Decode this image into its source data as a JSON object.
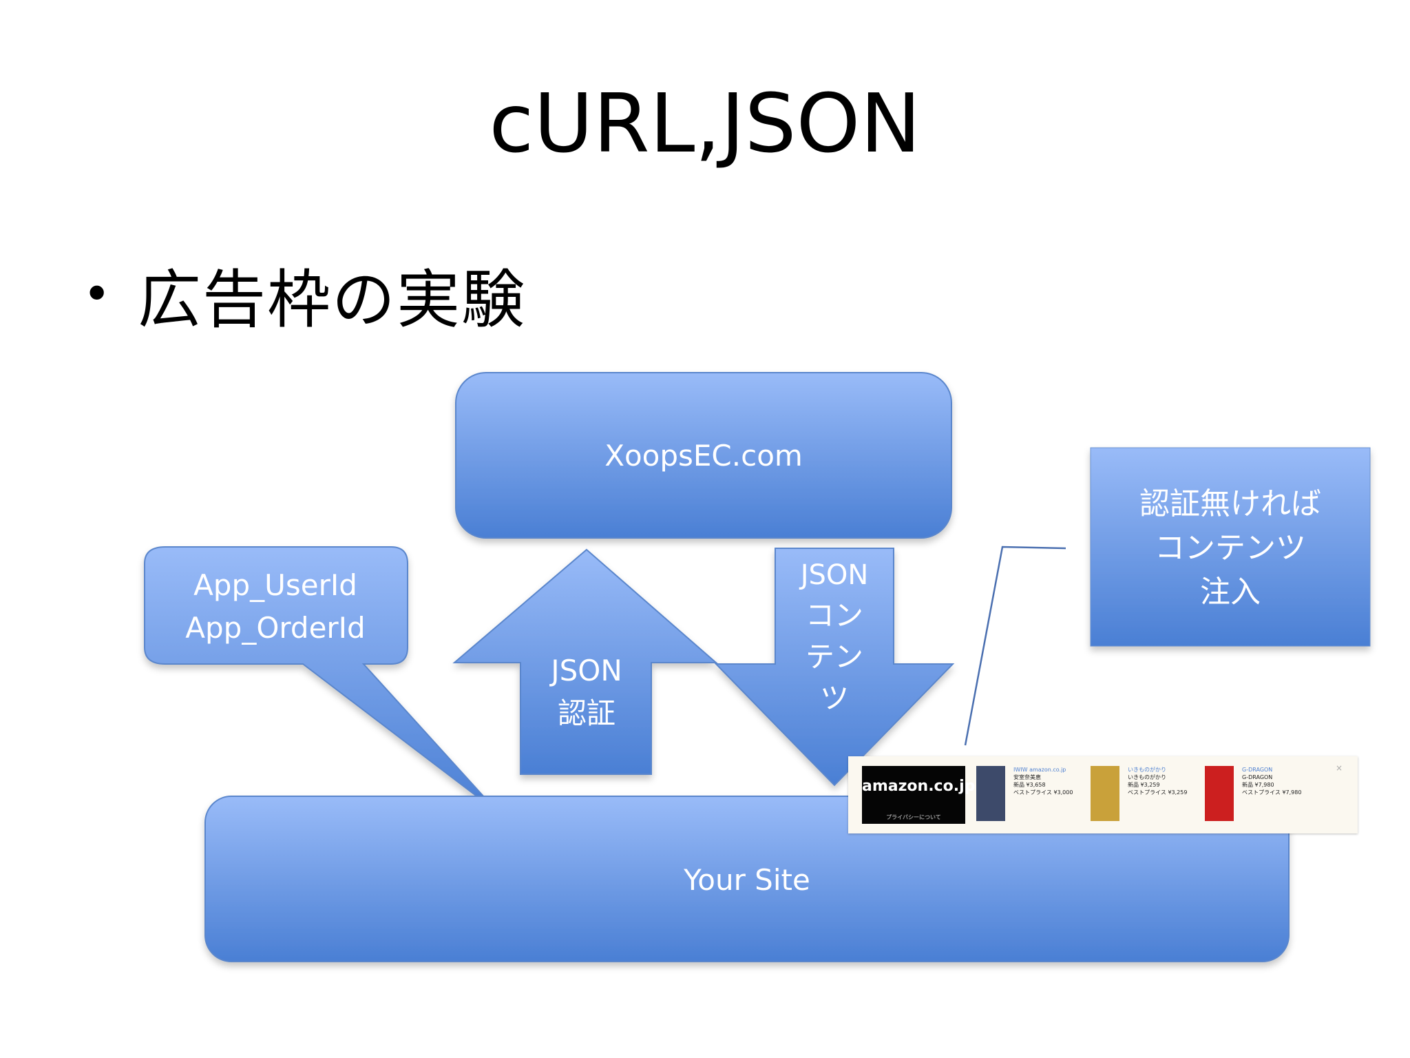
{
  "title": "cURL,JSON",
  "bullet": {
    "dot": "•",
    "text": "広告枠の実験"
  },
  "colors": {
    "shape_light": "#99bbf8",
    "shape_dark": "#4a7fd4",
    "shape_border": "#5a86cc",
    "text_on_shape": "#ffffff",
    "callout_line": "#4a6fb0"
  },
  "diagram": {
    "server_box": {
      "label": "XoopsEC.com"
    },
    "params_callout": {
      "line1": "App_UserId",
      "line2": "App_OrderId"
    },
    "up_arrow": {
      "line1": "JSON",
      "line2": "認証"
    },
    "down_arrow": {
      "line1": "JSON",
      "line2": "コ",
      "line3": "ン",
      "line4": "テ",
      "line5": "ン",
      "line6": "ツ"
    },
    "site_box": {
      "label": "Your Site"
    },
    "note_box": {
      "line1": "認証無ければ",
      "line2": "コンテンツ",
      "line3": "注入"
    }
  },
  "ad_banner": {
    "logo": "amazon.co.jp",
    "logo_sub": "プライバシーについて",
    "close": "×",
    "items": [
      {
        "title": "IWIW amazon.co.jp",
        "sub": "安室奈美恵",
        "price": "新品 ¥3,658",
        "best": "ベストプライス ¥3,000",
        "thumb": "#3d4a6a"
      },
      {
        "title": "いきものがかり",
        "sub": "いきものがかり",
        "price": "新品 ¥3,259",
        "best": "ベストプライス ¥3,259",
        "thumb": "#c9a13a"
      },
      {
        "title": "G-DRAGON",
        "sub": "G-DRAGON",
        "price": "新品 ¥7,980",
        "best": "ベストプライス ¥7,980",
        "thumb": "#cc1f1f"
      }
    ]
  }
}
